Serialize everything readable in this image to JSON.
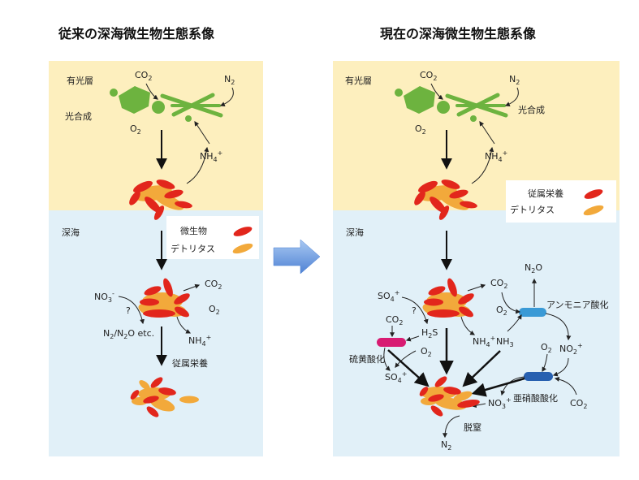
{
  "titles": {
    "left": "従来の深海微生物生態系像",
    "right": "現在の深海微生物生態系像"
  },
  "left": {
    "zone_surface": "有光層",
    "zone_deep": "深海",
    "co2": "CO",
    "co2_sub": "2",
    "n2": "N",
    "n2_sub": "2",
    "photosynthesis": "光合成",
    "o2": "O",
    "o2_sub": "2",
    "nh4": "NH",
    "nh4_sub": "4",
    "nh4_sup": "+",
    "legend_microbe": "微生物",
    "legend_detritus": "デトリタス",
    "no3": "NO",
    "no3_sub": "3",
    "no3_sup": "-",
    "question": "?",
    "co2_deep": "CO",
    "co2_deep_sub": "2",
    "o2_deep": "O",
    "o2_deep_sub": "2",
    "n2_n2o_1": "N",
    "n2_n2o_sub1": "2",
    "n2_n2o_2": "/N",
    "n2_n2o_sub2": "2",
    "n2_n2o_3": "O etc.",
    "nh4_deep": "NH",
    "nh4_deep_sub": "4",
    "nh4_deep_sup": "+",
    "heterotroph": "従属栄養"
  },
  "right": {
    "zone_surface": "有光層",
    "zone_deep": "深海",
    "co2": "CO",
    "co2_sub": "2",
    "n2": "N",
    "n2_sub": "2",
    "photosynthesis": "光合成",
    "o2": "O",
    "o2_sub": "2",
    "nh4": "NH",
    "nh4_sub": "4",
    "nh4_sup": "+",
    "legend_heterotroph": "従属栄養",
    "legend_detritus": "デトリタス",
    "so4": "SO",
    "so4_sub": "4",
    "so4_sup": "+",
    "question": "?",
    "co2_a": "CO",
    "co2_a_sub": "2",
    "n2o": "N",
    "n2o_sub": "2",
    "n2o_tail": "O",
    "ammonia_ox": "アンモニア酸化",
    "o2_a": "O",
    "o2_a_sub": "2",
    "co2_b": "CO",
    "co2_b_sub": "2",
    "h2s": "H",
    "h2s_sub": "2",
    "h2s_tail": "S",
    "nh4_deep": "NH",
    "nh4_deep_sub": "4",
    "nh4_deep_sup": "+",
    "nh3": "NH",
    "nh3_sub": "3",
    "sulfur_ox": "硫黄酸化",
    "o2_b": "O",
    "o2_b_sub": "2",
    "o2_c": "O",
    "o2_c_sub": "2",
    "no2": "NO",
    "no2_sub": "2",
    "no2_sup": "+",
    "so4_b": "SO",
    "so4_b_sub": "4",
    "so4_b_sup": "+",
    "nitrite_ox": "亜硝酸酸化",
    "no3": "NO",
    "no3_sub": "3",
    "no3_sup": "+",
    "co2_c": "CO",
    "co2_c_sub": "2",
    "denitrification": "脱窒",
    "n2_b": "N",
    "n2_b_sub": "2"
  },
  "colors": {
    "surface": "#fdefbe",
    "deep": "#e1f0f8",
    "phyto_green": "#6db33f",
    "microbe_red": "#e2261c",
    "detritus_orange": "#f2a93b",
    "sulfur_magenta": "#d81b72",
    "ammonia_blue": "#3a9ad6",
    "nitrite_blue": "#2760b0",
    "transition_arrow": "#5b8fd9"
  }
}
